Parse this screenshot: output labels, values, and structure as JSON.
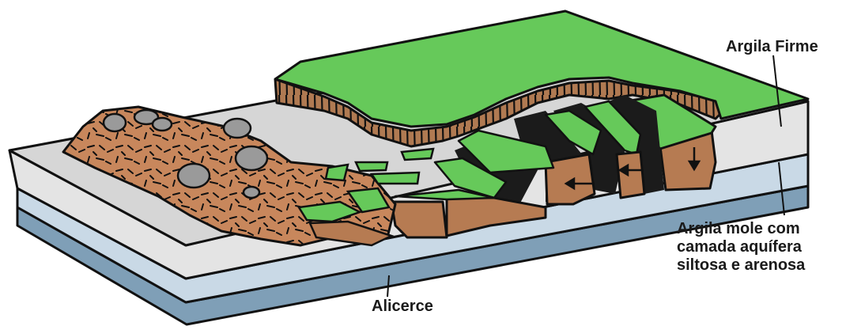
{
  "labels": {
    "argila_firme": "Argila Firme",
    "argila_mole": [
      "Argila mole com",
      "camada aquífera",
      "siltosa e arenosa"
    ],
    "alicerce": "Alicerce"
  },
  "colors": {
    "outline": "#111111",
    "grass_green": "#66c95a",
    "soil_brown": "#c8875c",
    "cliff_brown": "#b07a52",
    "light_gray_surface": "#d9d9d9",
    "clay_layer": "#e6e6e6",
    "aquifer_layer": "#c9d9e6",
    "bedrock_layer": "#7f9fb7",
    "rock_gray": "#9a9a9a",
    "crack_black": "#1b1b1b"
  }
}
